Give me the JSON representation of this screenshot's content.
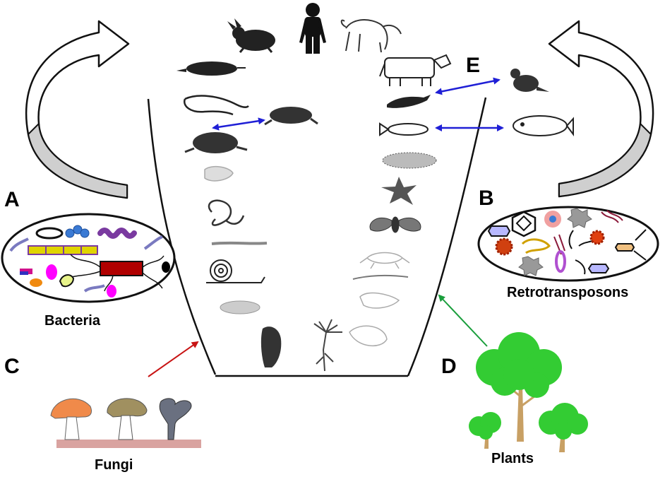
{
  "panel_letters": {
    "a": "A",
    "b": "B",
    "c": "C",
    "d": "D",
    "e": "E"
  },
  "captions": {
    "bacteria": "Bacteria",
    "retrotransposons": "Retrotransposons",
    "fungi": "Fungi",
    "plants": "Plants"
  },
  "colors": {
    "exchange_arrow": "#1f1fd6",
    "fungi_arrow": "#c81414",
    "plants_arrow": "#1a9e3c",
    "leaf": "#33cc33",
    "trunk": "#c8a064",
    "cap_orange": "#f08a4a",
    "ground": "#d9a3a0"
  },
  "organisms_left": [
    "rabbit-icon",
    "shrew-icon",
    "lizard-icon",
    "frog-icon",
    "protist-icon",
    "worm-icon",
    "nematode-icon",
    "snail-icon",
    "flatworm-icon",
    "sponge-icon"
  ],
  "organisms_top": [
    "human-icon",
    "baboon-icon"
  ],
  "organisms_right": [
    "cow-icon",
    "bird-icon",
    "fish-icon",
    "sea-cucumber-icon",
    "starfish-icon",
    "moth-icon",
    "crustacean-icon",
    "rotifer-icon",
    "hydra-icon",
    "jellyfish-icon"
  ],
  "exchange_partners": [
    "frog-outside-icon",
    "bird-outside-icon",
    "fish-outside-icon"
  ]
}
